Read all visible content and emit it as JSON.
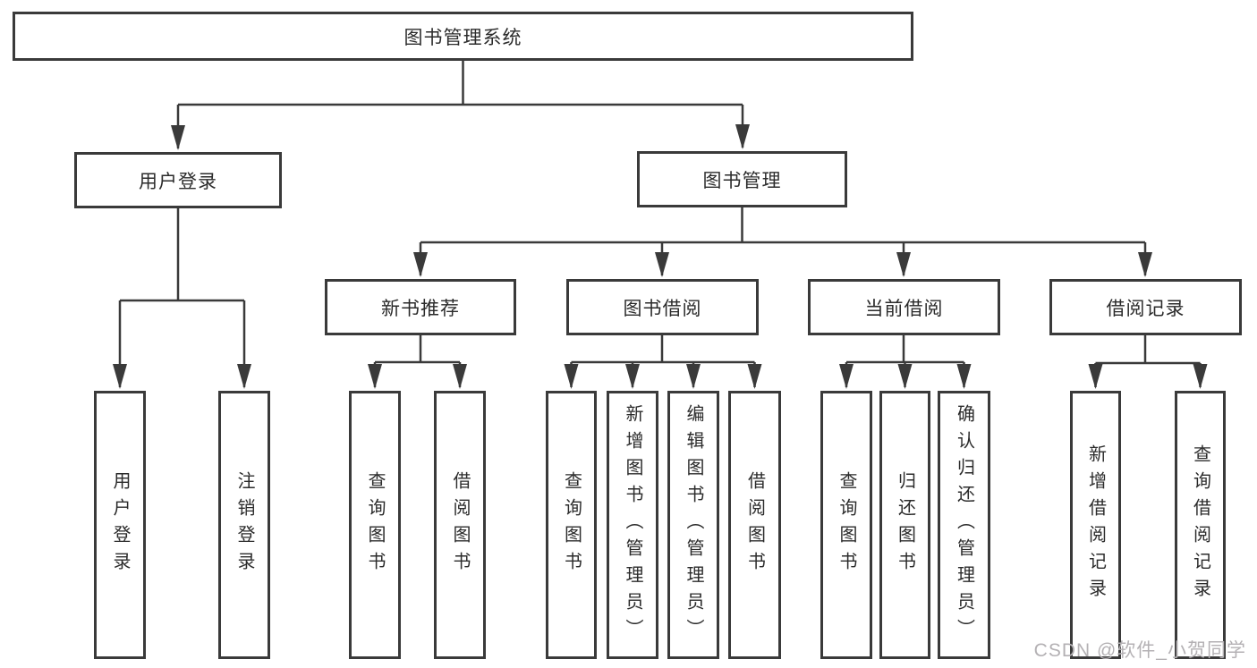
{
  "hierarchy": {
    "label": "图书管理系统",
    "children": [
      {
        "label": "用户登录",
        "children": [
          {
            "label": "用户登录"
          },
          {
            "label": "注销登录"
          }
        ]
      },
      {
        "label": "图书管理",
        "children": [
          {
            "label": "新书推荐",
            "children": [
              {
                "label": "查询图书"
              },
              {
                "label": "借阅图书"
              }
            ]
          },
          {
            "label": "图书借阅",
            "children": [
              {
                "label": "查询图书"
              },
              {
                "label": "新增图书（管理员）"
              },
              {
                "label": "编辑图书（管理员）"
              },
              {
                "label": "借阅图书"
              }
            ]
          },
          {
            "label": "当前借阅",
            "children": [
              {
                "label": "查询图书"
              },
              {
                "label": "归还图书"
              },
              {
                "label": "确认归还（管理员）"
              }
            ]
          },
          {
            "label": "借阅记录",
            "children": [
              {
                "label": "新增借阅记录"
              },
              {
                "label": "查询借阅记录"
              }
            ]
          }
        ]
      }
    ]
  },
  "watermark": {
    "text": "CSDN @软件_小贺同学"
  },
  "colors": {
    "line": "#3a3a3a",
    "box_border": "#3a3a3a",
    "box_background": "#ffffff",
    "text": "#2b2b2b",
    "watermark": "#b4b1b4"
  }
}
